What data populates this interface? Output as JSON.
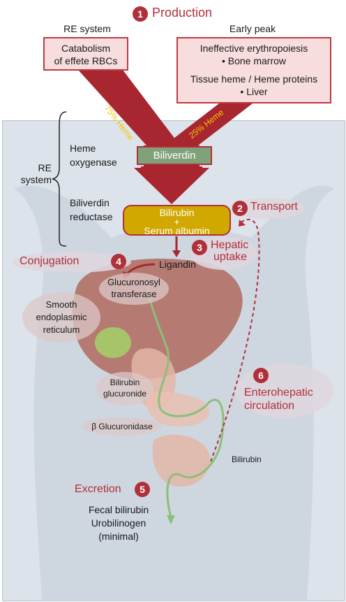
{
  "steps": {
    "production": {
      "num": "1",
      "label": "Production"
    },
    "transport": {
      "num": "2",
      "label": "Transport"
    },
    "hepatic_uptake": {
      "num": "3",
      "label_line1": "Hepatic",
      "label_line2": "uptake"
    },
    "conjugation": {
      "num": "4",
      "label": "Conjugation"
    },
    "excretion": {
      "num": "5",
      "label": "Excretion"
    },
    "enterohepatic": {
      "num": "6",
      "label_line1": "Enterohepatic",
      "label_line2": "circulation"
    }
  },
  "sources": {
    "re_system_title": "RE system",
    "early_peak_title": "Early peak",
    "catabolism_line1": "Catabolism",
    "catabolism_line2": "of effete RBCs",
    "ineffective_line1": "Ineffective erythropoiesis",
    "ineffective_line2": "• Bone marrow",
    "tissue_line1": "Tissue heme / Heme proteins",
    "tissue_line2": "• Liver",
    "heme75": "75% Heme",
    "heme25": "25% Heme"
  },
  "re_system": {
    "label_line1": "RE",
    "label_line2": "system",
    "heme_oxygenase_line1": "Heme",
    "heme_oxygenase_line2": "oxygenase",
    "biliverdin_reductase_line1": "Biliverdin",
    "biliverdin_reductase_line2": "reductase"
  },
  "pigments": {
    "biliverdin": "Biliverdin",
    "bilirubin_line1": "Bilirubin",
    "bilirubin_plus": "+",
    "bilirubin_line2": "Serum albumin"
  },
  "liver": {
    "ligandin": "Ligandin",
    "glucuronosyl_line1": "Glucuronosyl",
    "glucuronosyl_line2": "transferase",
    "ser_line1": "Smooth",
    "ser_line2": "endoplasmic",
    "ser_line3": "reticulum",
    "bilirubin_glucuronide_line1": "Bilirubin",
    "bilirubin_glucuronide_line2": "glucuronide",
    "beta_glucuronidase": "β Glucuronidase",
    "bilirubin": "Bilirubin"
  },
  "excretion_products": {
    "line1": "Fecal bilirubin",
    "line2": "Urobilinogen",
    "line3": "(minimal)"
  },
  "colors": {
    "accent_red": "#b0303a",
    "arrow_red": "#a8262f",
    "biliverdin_green": "#7fa27a",
    "bilirubin_yellow": "#d0a800",
    "path_green": "#8cbf7a"
  }
}
